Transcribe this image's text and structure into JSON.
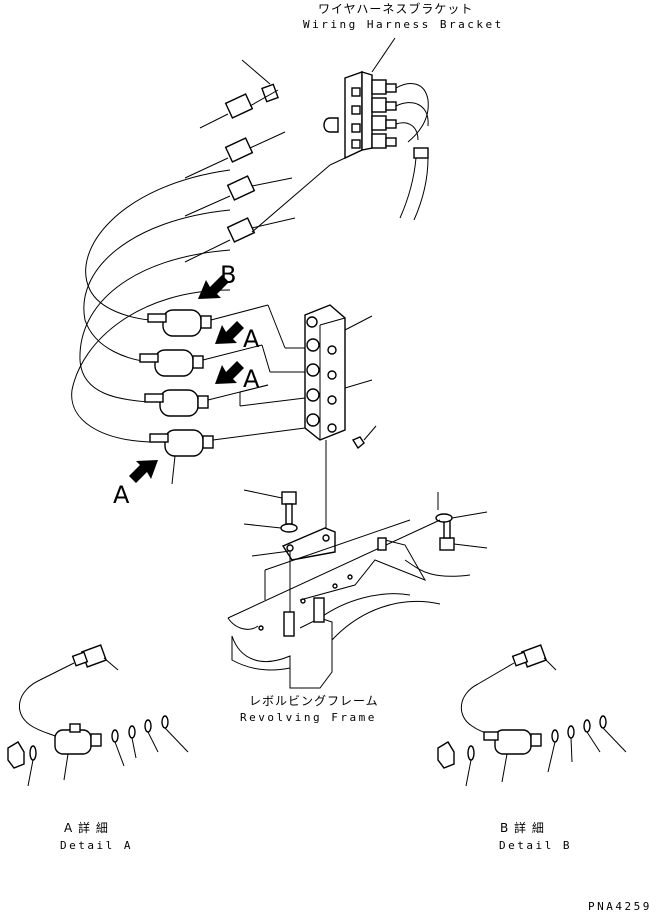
{
  "labels": {
    "wiring_harness_bracket_jp": "ワイヤハーネスブラケット",
    "wiring_harness_bracket_en": "Wiring Harness Bracket",
    "revolving_frame_jp": "レボルビングフレーム",
    "revolving_frame_en": "Revolving Frame",
    "detail_a_jp": "A 詳 細",
    "detail_a_en": "Detail A",
    "detail_b_jp": "B 詳 細",
    "detail_b_en": "Detail B",
    "drawing_number": "PNA4259"
  },
  "callouts": {
    "b_top": "B",
    "a_first": "A",
    "a_second": "A",
    "a_bottom": "A"
  }
}
